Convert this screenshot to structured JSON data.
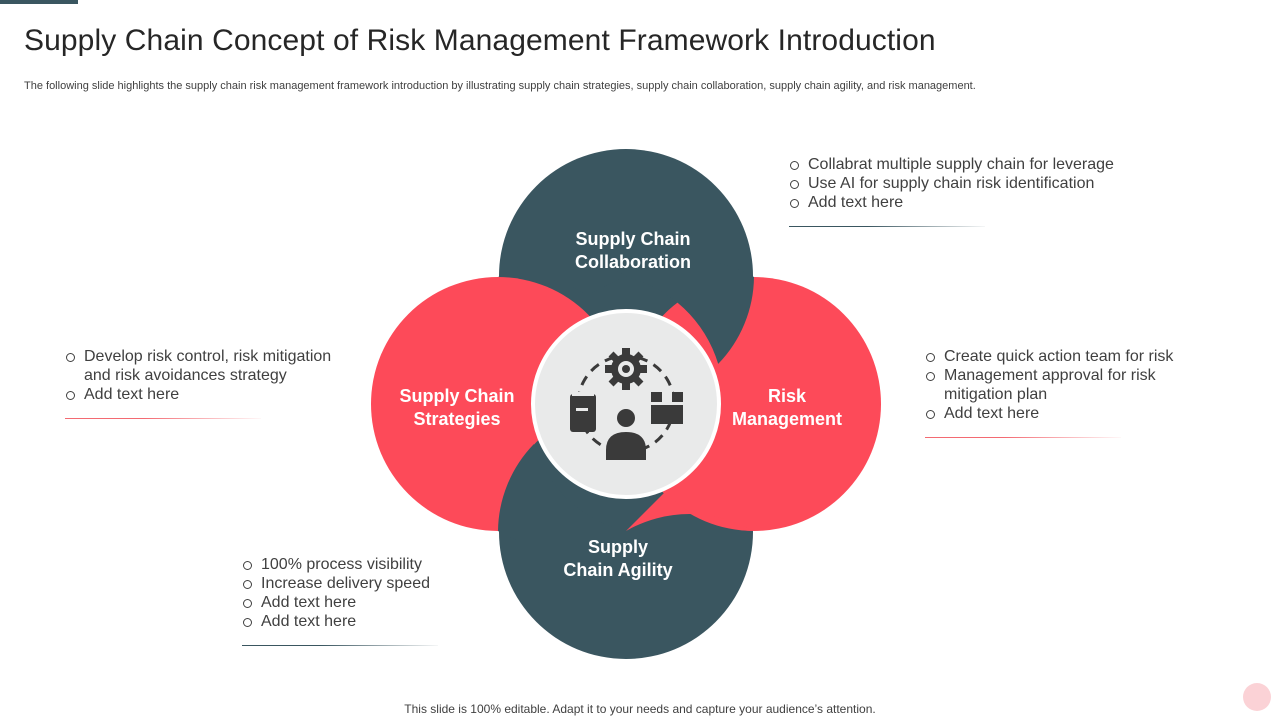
{
  "slide": {
    "title": "Supply Chain Concept of Risk Management Framework Introduction",
    "subtitle": "The following slide highlights the supply chain risk management framework introduction by illustrating supply chain strategies, supply chain collaboration, supply chain agility, and risk management.",
    "footer": "This slide is 100% editable. Adapt it to your needs and capture your audience’s attention."
  },
  "colors": {
    "dark": "#3a5660",
    "red": "#fd4a59",
    "center_bg": "#e9eaea",
    "icon": "#3a3a3a"
  },
  "diagram": {
    "top": {
      "line1": "Supply Chain",
      "line2": "Collaboration"
    },
    "left": {
      "line1": "Supply Chain",
      "line2": "Strategies"
    },
    "right": {
      "line1": "Risk",
      "line2": "Management"
    },
    "bottom": {
      "line1": "Supply",
      "line2": "Chain Agility"
    },
    "center_icons": [
      "gear-icon",
      "storage-bin-icon",
      "person-icon",
      "package-box-icon",
      "cycle-arrows-icon"
    ]
  },
  "blocks": {
    "top_right": [
      "Collabrat multiple supply chain for leverage",
      "Use AI for supply chain risk identification",
      "Add text here"
    ],
    "left": [
      "Develop risk control, risk mitigation and risk avoidances strategy",
      "Add text here"
    ],
    "right": [
      "Create quick action team for risk",
      "Management approval for risk mitigation plan",
      "Add text here"
    ],
    "bottom_left": [
      "100% process visibility",
      "Increase delivery speed",
      "Add text here",
      "Add text here"
    ]
  }
}
